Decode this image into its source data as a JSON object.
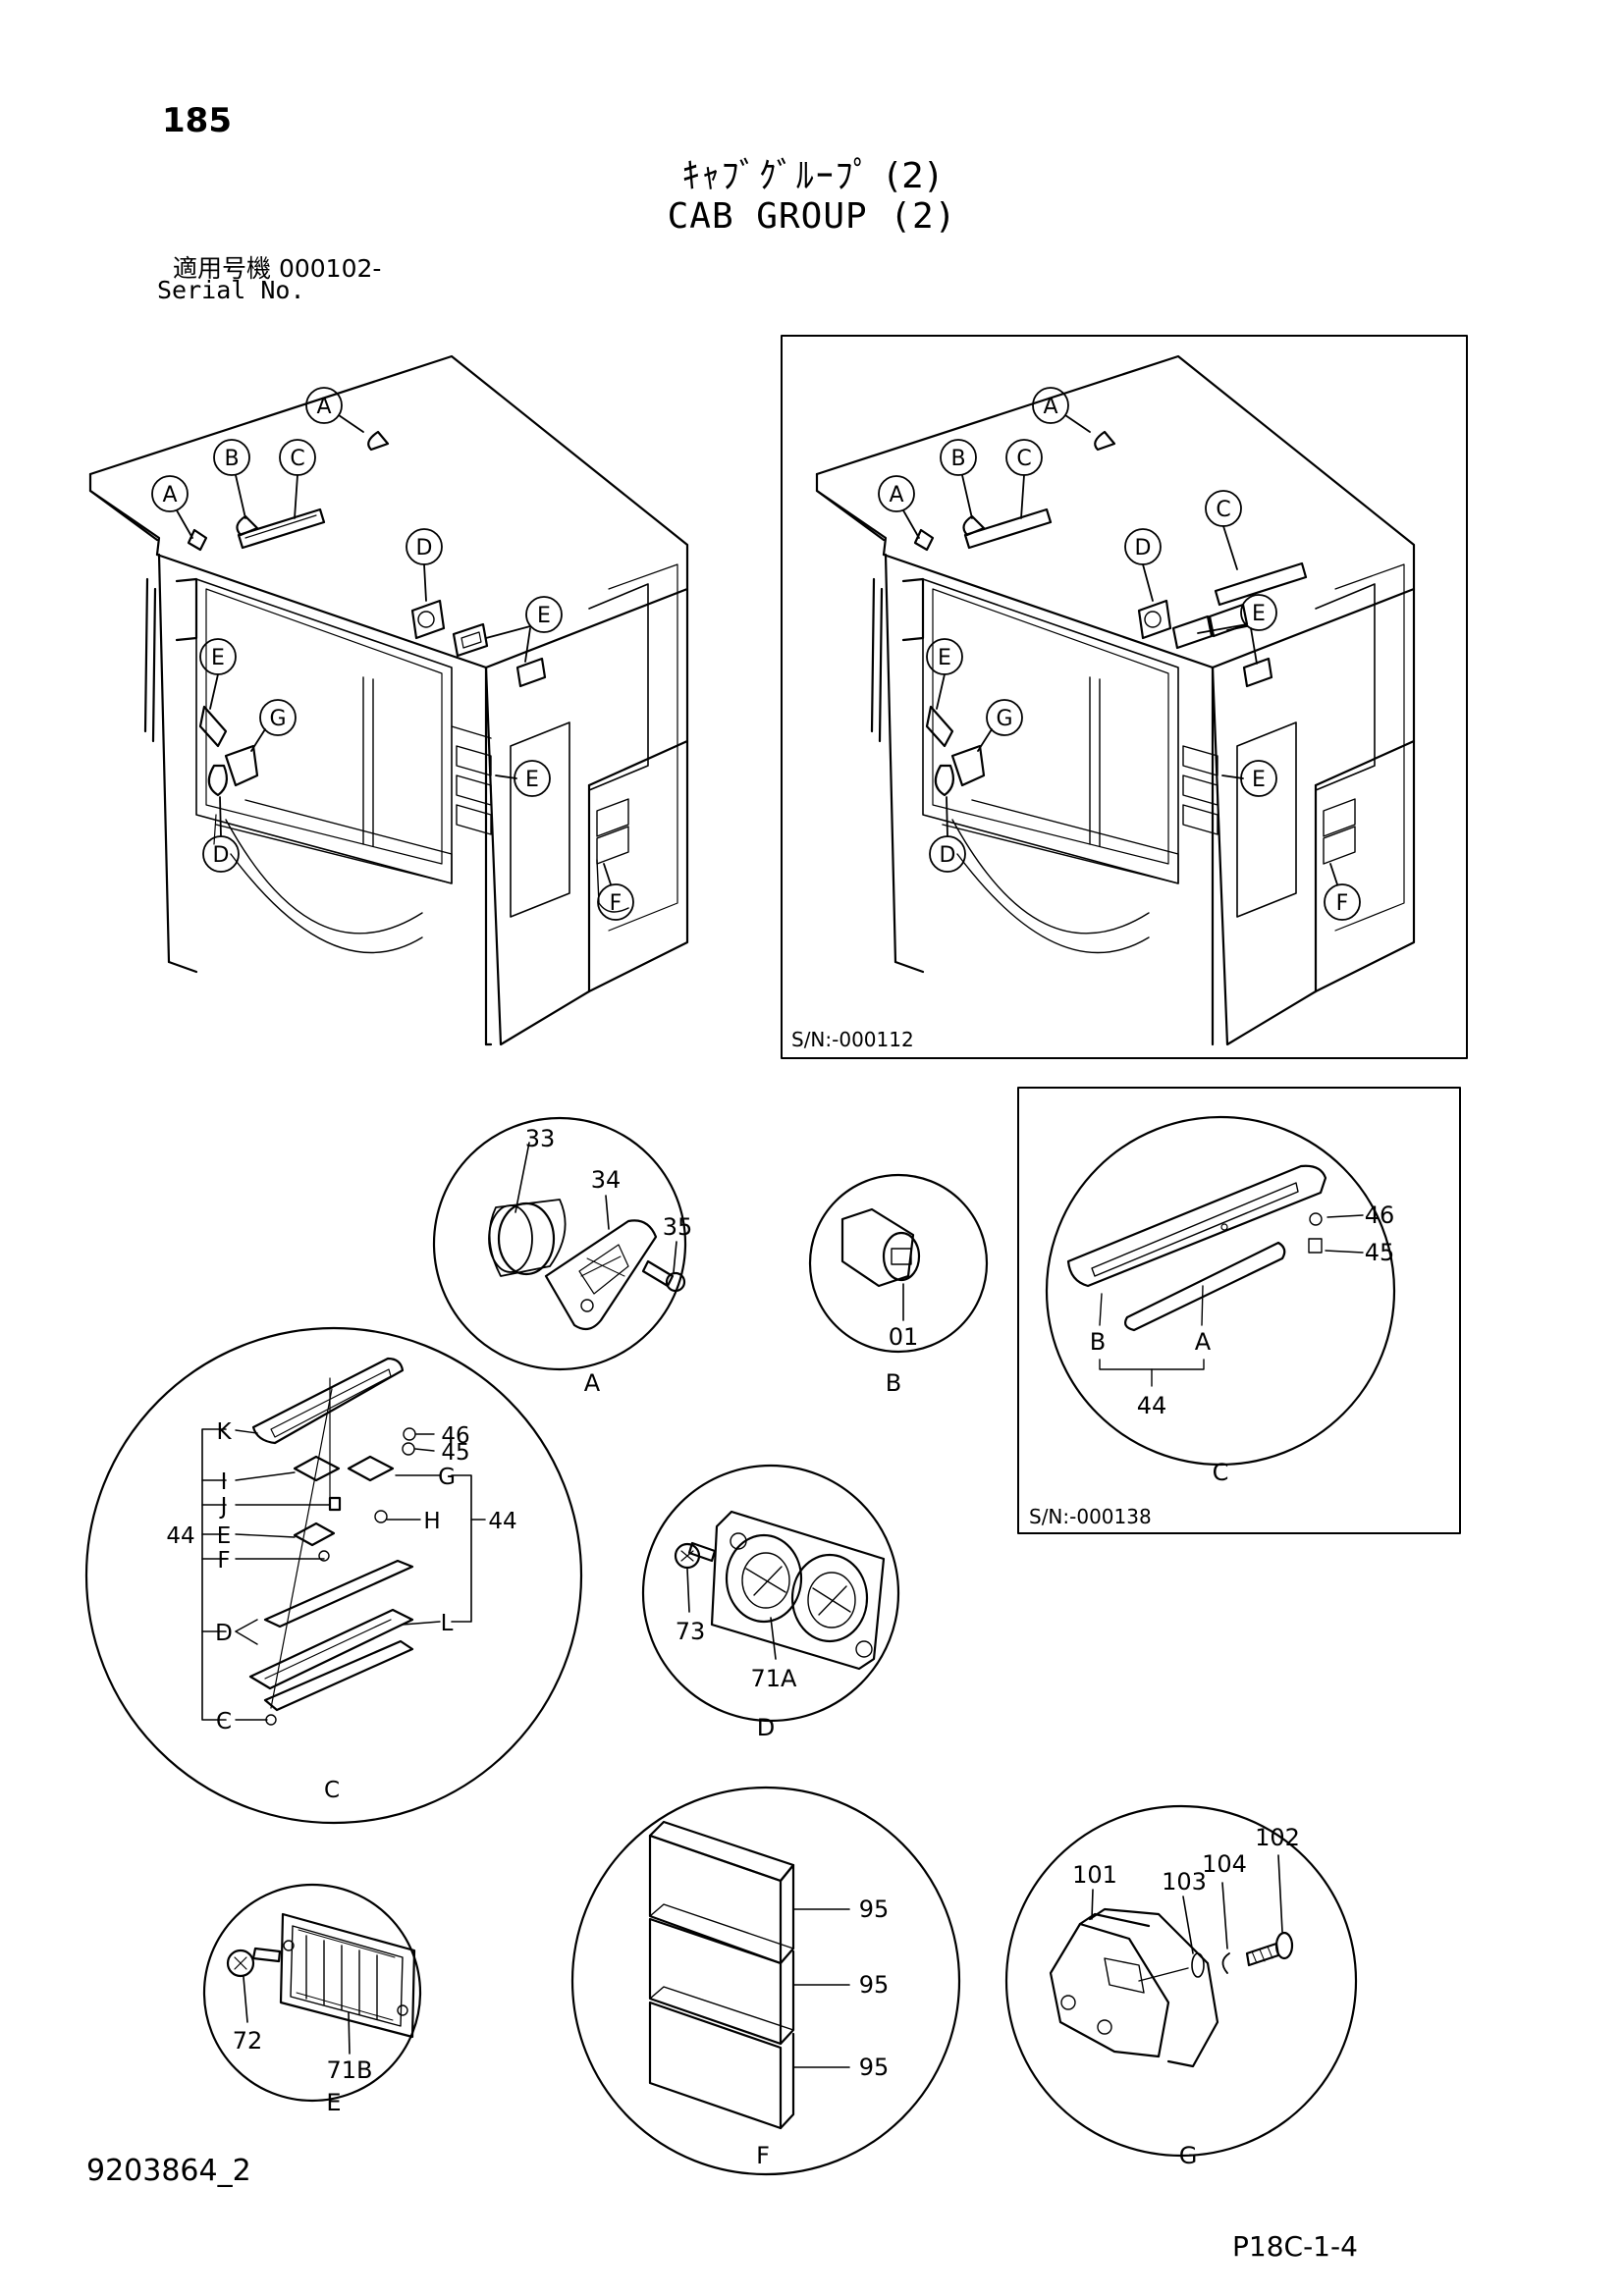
{
  "header": {
    "page_number": "185",
    "title_jp": "ｷｬﾌﾞｸﾞﾙｰﾌﾟ (2)",
    "title_en": "CAB GROUP (2)",
    "serial_label_jp": "適用号機 000102-",
    "serial_label_en": "Serial No."
  },
  "views": {
    "left_callouts": [
      "A",
      "B",
      "C",
      "A",
      "D",
      "E",
      "E",
      "G",
      "D",
      "E",
      "F"
    ],
    "right_callouts": [
      "A",
      "B",
      "C",
      "A",
      "D",
      "C",
      "E",
      "E",
      "G",
      "D",
      "E",
      "F"
    ],
    "right_serial": "S/N:-000112"
  },
  "details": {
    "A": {
      "letter": "A",
      "parts": [
        "33",
        "34",
        "35"
      ]
    },
    "B": {
      "letter": "B",
      "parts": [
        "01"
      ]
    },
    "C_old": {
      "letter": "C",
      "parts": [
        "46",
        "45",
        "B",
        "A",
        "44"
      ],
      "serial": "S/N:-000138"
    },
    "C": {
      "letter": "C",
      "parts": [
        "K",
        "I",
        "J",
        "E",
        "F",
        "D",
        "C",
        "46",
        "45",
        "G",
        "H",
        "L"
      ],
      "group_left": "44",
      "group_right": "44"
    },
    "D": {
      "letter": "D",
      "parts": [
        "73",
        "71A"
      ]
    },
    "E": {
      "letter": "E",
      "parts": [
        "72",
        "71B"
      ]
    },
    "F": {
      "letter": "F",
      "parts": [
        "95",
        "95",
        "95"
      ]
    },
    "G": {
      "letter": "G",
      "parts": [
        "101",
        "103",
        "104",
        "102"
      ]
    }
  },
  "footer": {
    "document_number": "9203864_2",
    "page_code": "P18C-1-4"
  }
}
